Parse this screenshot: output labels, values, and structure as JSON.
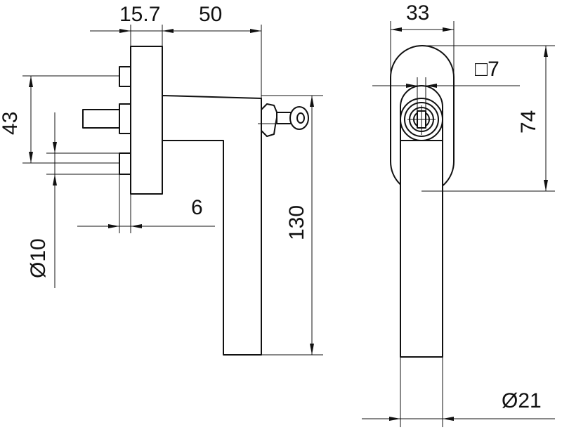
{
  "dimensions": {
    "d_15_7": "15.7",
    "d_50": "50",
    "d_43": "43",
    "d_6": "6",
    "d_130": "130",
    "d_dia10": "Ø10",
    "d_33": "33",
    "d_square7": "□7",
    "d_74": "74",
    "d_dia21": "Ø21"
  },
  "colors": {
    "line": "#111111",
    "background": "#ffffff"
  }
}
